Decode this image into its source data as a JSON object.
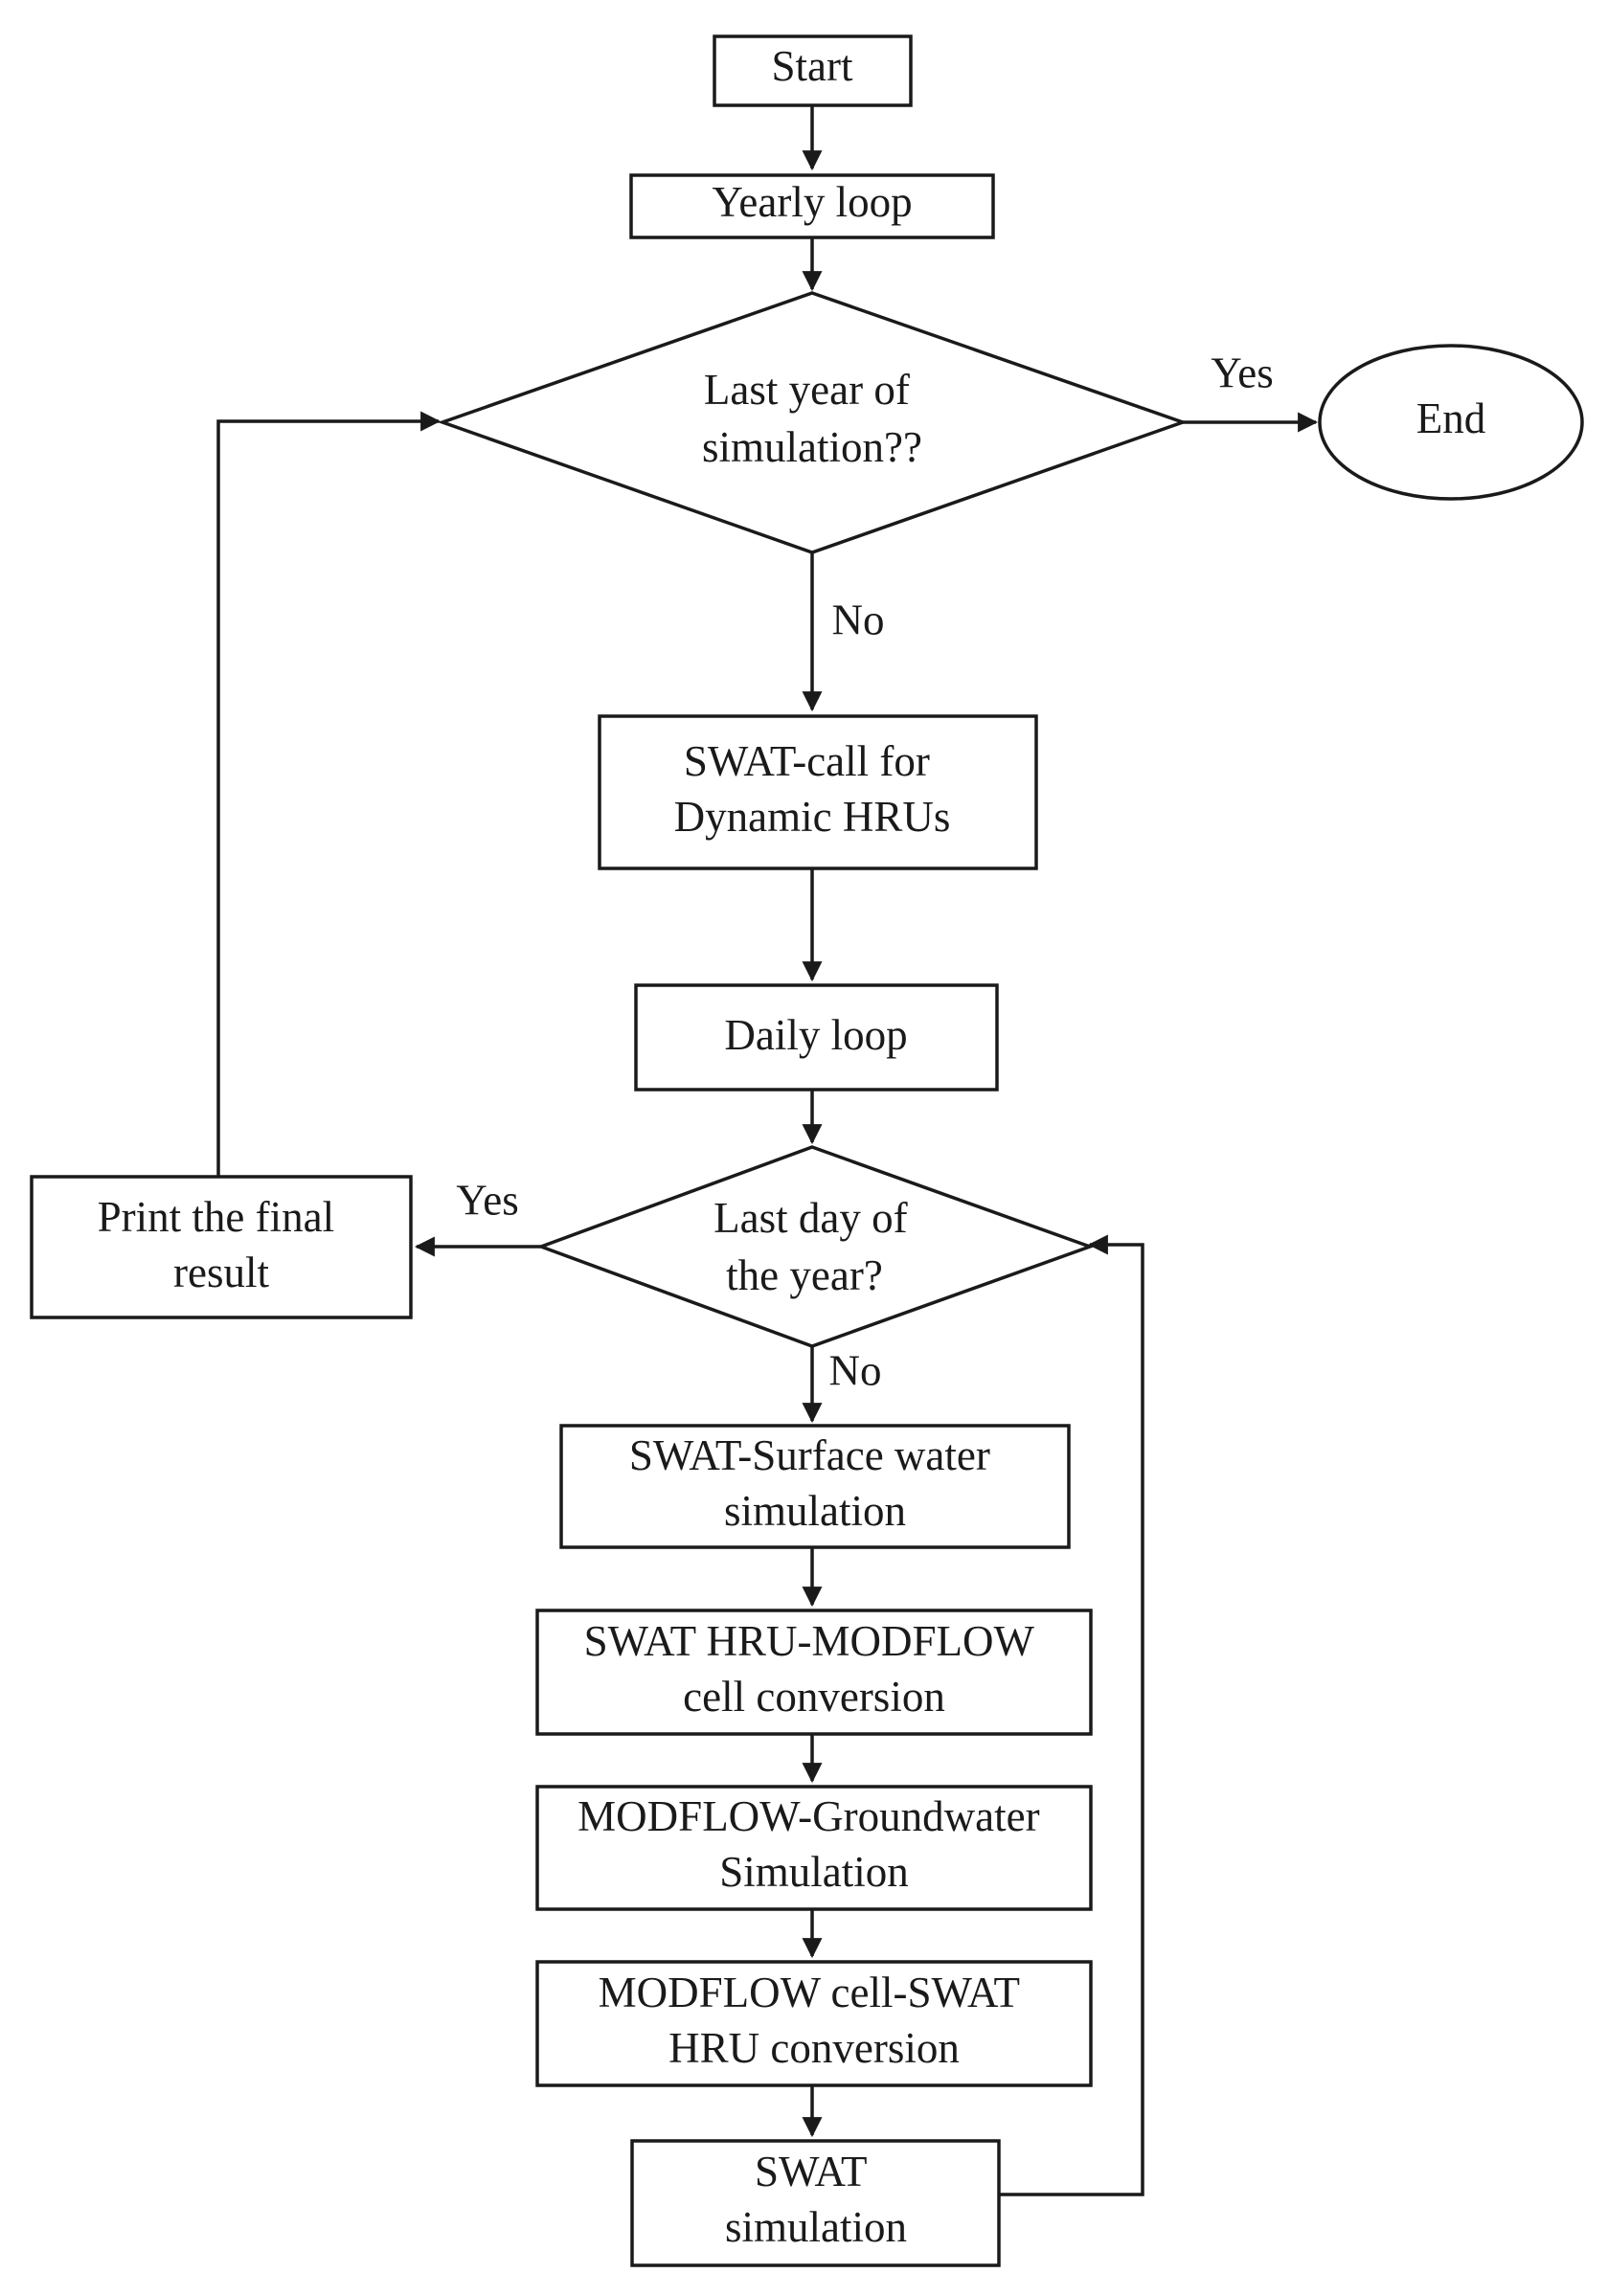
{
  "nodes": {
    "start": {
      "lines": [
        "Start"
      ]
    },
    "yearly_loop": {
      "lines": [
        "Yearly loop"
      ]
    },
    "last_year_decision": {
      "lines": [
        "Last year of",
        "simulation??"
      ]
    },
    "end": {
      "lines": [
        "End"
      ]
    },
    "swat_call": {
      "lines": [
        "SWAT-call for",
        "Dynamic HRUs"
      ]
    },
    "daily_loop": {
      "lines": [
        "Daily loop"
      ]
    },
    "last_day_decision": {
      "lines": [
        "Last day of",
        "the year?"
      ]
    },
    "print_result": {
      "lines": [
        "Print the final",
        "result"
      ]
    },
    "surface_water": {
      "lines": [
        "SWAT-Surface water",
        "simulation"
      ]
    },
    "hru_to_cell": {
      "lines": [
        "SWAT HRU-MODFLOW",
        "cell conversion"
      ]
    },
    "groundwater": {
      "lines": [
        "MODFLOW-Groundwater",
        "Simulation"
      ]
    },
    "cell_to_hru": {
      "lines": [
        "MODFLOW cell-SWAT",
        "HRU conversion"
      ]
    },
    "swat_simulation": {
      "lines": [
        "SWAT",
        "simulation"
      ]
    }
  },
  "edge_labels": {
    "year_yes": "Yes",
    "year_no": "No",
    "day_yes": "Yes",
    "day_no": "No"
  }
}
